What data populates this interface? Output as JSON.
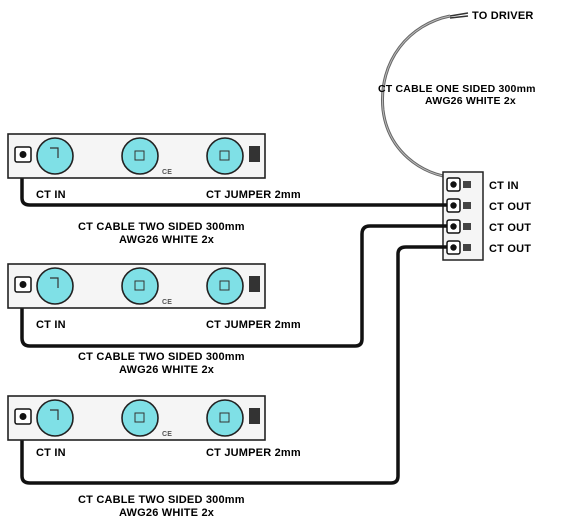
{
  "colors": {
    "led_fill": "#7fe0e6",
    "led_stroke": "#222222",
    "board": "#f5f5f5",
    "cable": "#111111",
    "cable_thin": "#555555"
  },
  "labels": {
    "to_driver": "TO DRIVER",
    "driver_cable_line1": "CT CABLE ONE SIDED 300mm",
    "driver_cable_line2": "AWG26 WHITE 2x",
    "hub_ports": [
      "CT IN",
      "CT OUT",
      "CT OUT",
      "CT OUT"
    ]
  },
  "modules": [
    {
      "ct_in": "CT IN",
      "jumper": "CT JUMPER 2mm",
      "cable_line1": "CT CABLE TWO SIDED 300mm",
      "cable_line2": "AWG26 WHITE 2x"
    },
    {
      "ct_in": "CT IN",
      "jumper": "CT JUMPER 2mm",
      "cable_line1": "CT CABLE TWO SIDED 300mm",
      "cable_line2": "AWG26 WHITE 2x"
    },
    {
      "ct_in": "CT IN",
      "jumper": "CT JUMPER 2mm",
      "cable_line1": "CT CABLE TWO SIDED 300mm",
      "cable_line2": "AWG26 WHITE 2x"
    }
  ]
}
